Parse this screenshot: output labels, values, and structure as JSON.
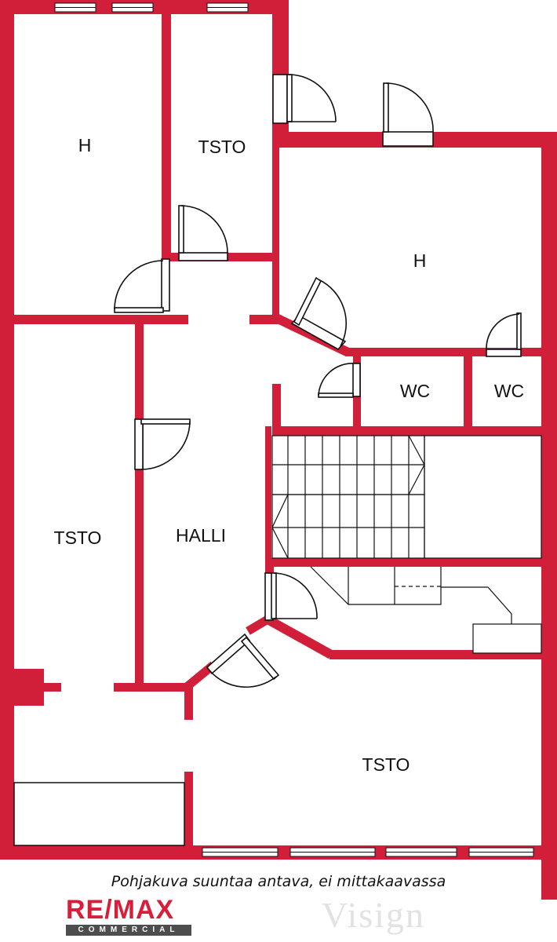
{
  "floorplan": {
    "rooms": {
      "bedroom_top_left": "H",
      "office_top_middle": "TSTO",
      "bedroom_right": "H",
      "wc_left": "WC",
      "wc_right": "WC",
      "office_left": "TSTO",
      "hall": "HALLI",
      "office_bottom": "TSTO"
    },
    "colors": {
      "wall": "#d11f3a",
      "line": "#111111",
      "background": "#ffffff"
    }
  },
  "footer": {
    "disclaimer": "Pohjakuva suuntaa antava, ei mittakaavassa",
    "brand_name": "RE/MAX",
    "brand_sub": "COMMERCIAL",
    "watermark": "Visign"
  }
}
